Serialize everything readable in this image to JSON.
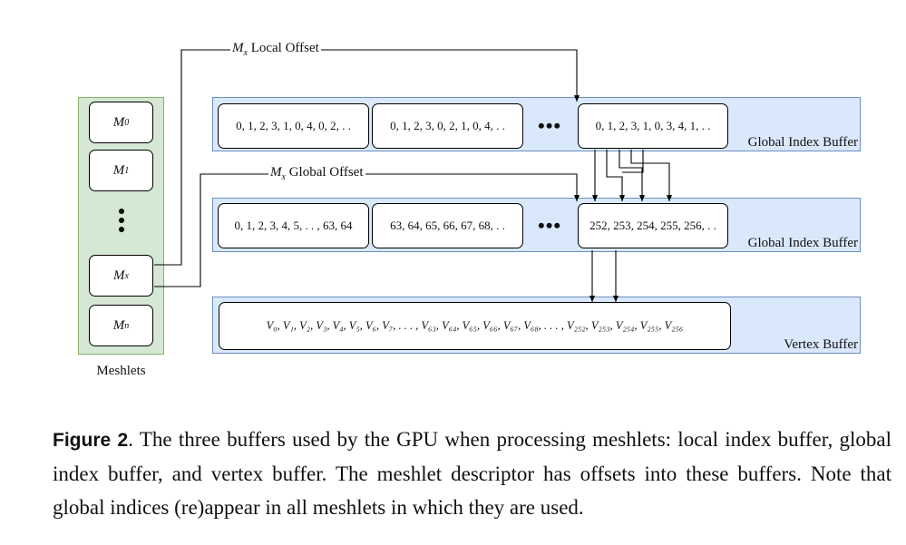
{
  "meshlets": {
    "label": "Meshlets",
    "items": [
      {
        "base": "M",
        "sub": "0"
      },
      {
        "base": "M",
        "sub": "1"
      },
      {
        "base": "M",
        "sub": "x"
      },
      {
        "base": "M",
        "sub": "n"
      }
    ]
  },
  "offsets": {
    "local": {
      "sym": "M",
      "sub": "x",
      "text": " Local Offset"
    },
    "global": {
      "sym": "M",
      "sub": "x",
      "text": " Global Offset"
    }
  },
  "buffers": {
    "local_index": {
      "label": "Global Index Buffer",
      "cells": [
        "0, 1, 2, 3, 1, 0, 4, 0, 2, . .",
        "0, 1, 2, 3, 0, 2, 1, 0, 4, . .",
        "0, 1, 2, 3, 1, 0, 3, 4, 1, . ."
      ]
    },
    "global_index": {
      "label": "Global Index Buffer",
      "cells": [
        "0, 1, 2, 3, 4, 5, . . , 63, 64",
        "63, 64, 65, 66, 67, 68, . .",
        "252, 253, 254, 255, 256, . ."
      ]
    },
    "vertex": {
      "label": "Vertex Buffer",
      "cell": "V₀, V₁, V₂, V₃, V₄, V₅, V₆, V₇, . . . , V₆₃, V₆₄, V₆₅, V₆₆, V₆₇, V₆₈, . . . , V₂₅₂, V₂₅₃, V₂₅₄, V₂₅₅, V₂₅₆"
    }
  },
  "caption": {
    "figure_label": "Figure 2",
    "text": ". The three buffers used by the GPU when processing meshlets: local index buffer, global index buffer, and vertex buffer. The meshlet descriptor has offsets into these buffers. Note that global indices (re)appear in all meshlets in which they are used."
  }
}
